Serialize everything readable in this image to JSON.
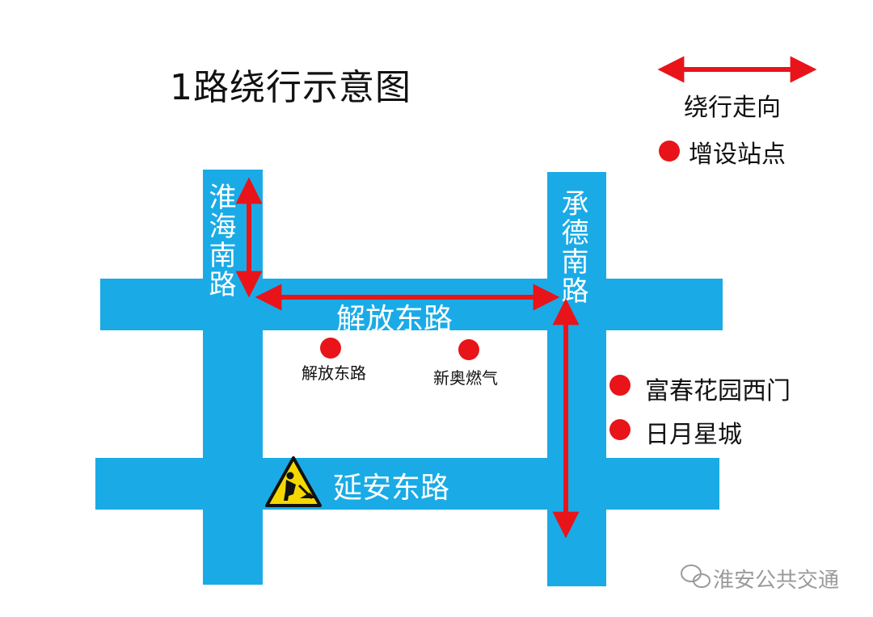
{
  "title": "1路绕行示意图",
  "legend": {
    "detour_label": "绕行走向",
    "new_stop_label": "增设站点"
  },
  "roads": {
    "huaihai_south": "淮海南路",
    "chengde_south": "承德南路",
    "jiefang_east": "解放东路",
    "yanan_east": "延安东路"
  },
  "stops": {
    "jiefang_east": "解放东路",
    "xinao_gas": "新奥燃气",
    "fuchun_garden_west_gate": "富春花园西门",
    "riyue_star_city": "日月星城"
  },
  "watermark": "淮安公共交通",
  "colors": {
    "road": "#1aabe6",
    "arrow": "#e8141a",
    "stop": "#e8141a",
    "warning_sign": "#f5d800"
  },
  "icons": [
    "construction-warning-icon",
    "wechat-icon"
  ]
}
